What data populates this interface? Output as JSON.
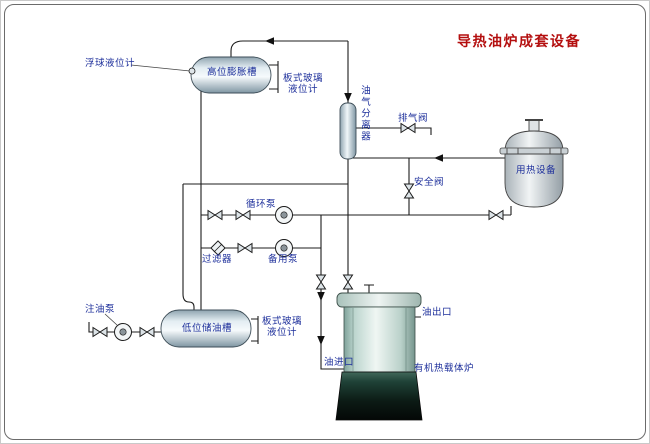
{
  "title": "导热油炉成套设备",
  "colors": {
    "title_red": "#b40f0f",
    "label_blue": "#1d2f9b",
    "pipe": "#1c1c1c",
    "furnace_body_teal": "#bdd6cf",
    "furnace_base_dark": "#0c1b15",
    "tank_fill": "#e3edf2"
  },
  "labels": {
    "float_level_gauge": "浮球液位计",
    "high_expansion_tank": "高位膨胀槽",
    "plate_glass_line1": "板式玻璃",
    "plate_glass_line2": "液位计",
    "oil_gas_separator": "油气分离器",
    "exhaust_valve": "排气阀",
    "safety_valve": "安全阀",
    "heat_equipment": "用热设备",
    "circulation_pump": "循环泵",
    "filter": "过滤器",
    "backup_pump": "备用泵",
    "injection_pump": "注油泵",
    "low_storage_tank": "低位储油槽",
    "oil_outlet": "油出口",
    "oil_inlet": "油进口",
    "furnace": "有机热载体炉"
  }
}
